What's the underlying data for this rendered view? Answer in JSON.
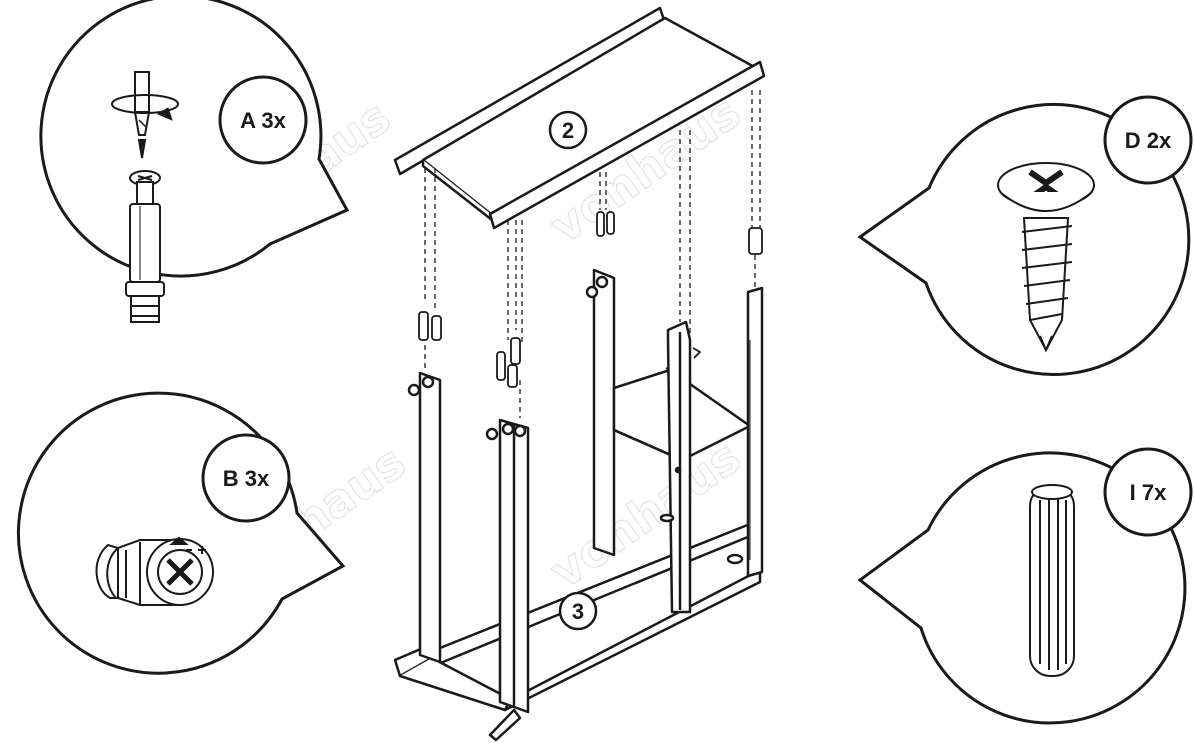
{
  "watermark": "vonhaus",
  "parts": [
    {
      "id": "A",
      "label": "A 3x",
      "icon": "cam-bolt-icon"
    },
    {
      "id": "B",
      "label": "B 3x",
      "icon": "cam-lock-icon"
    },
    {
      "id": "D",
      "label": "D 2x",
      "icon": "screw-icon"
    },
    {
      "id": "I",
      "label": "I 7x",
      "icon": "wooden-dowel-icon"
    }
  ],
  "panels": [
    {
      "number": "2"
    },
    {
      "number": "3"
    }
  ],
  "colors": {
    "line": "#1a1a1a",
    "watermark": "#e4e4e4",
    "background": "#ffffff"
  }
}
